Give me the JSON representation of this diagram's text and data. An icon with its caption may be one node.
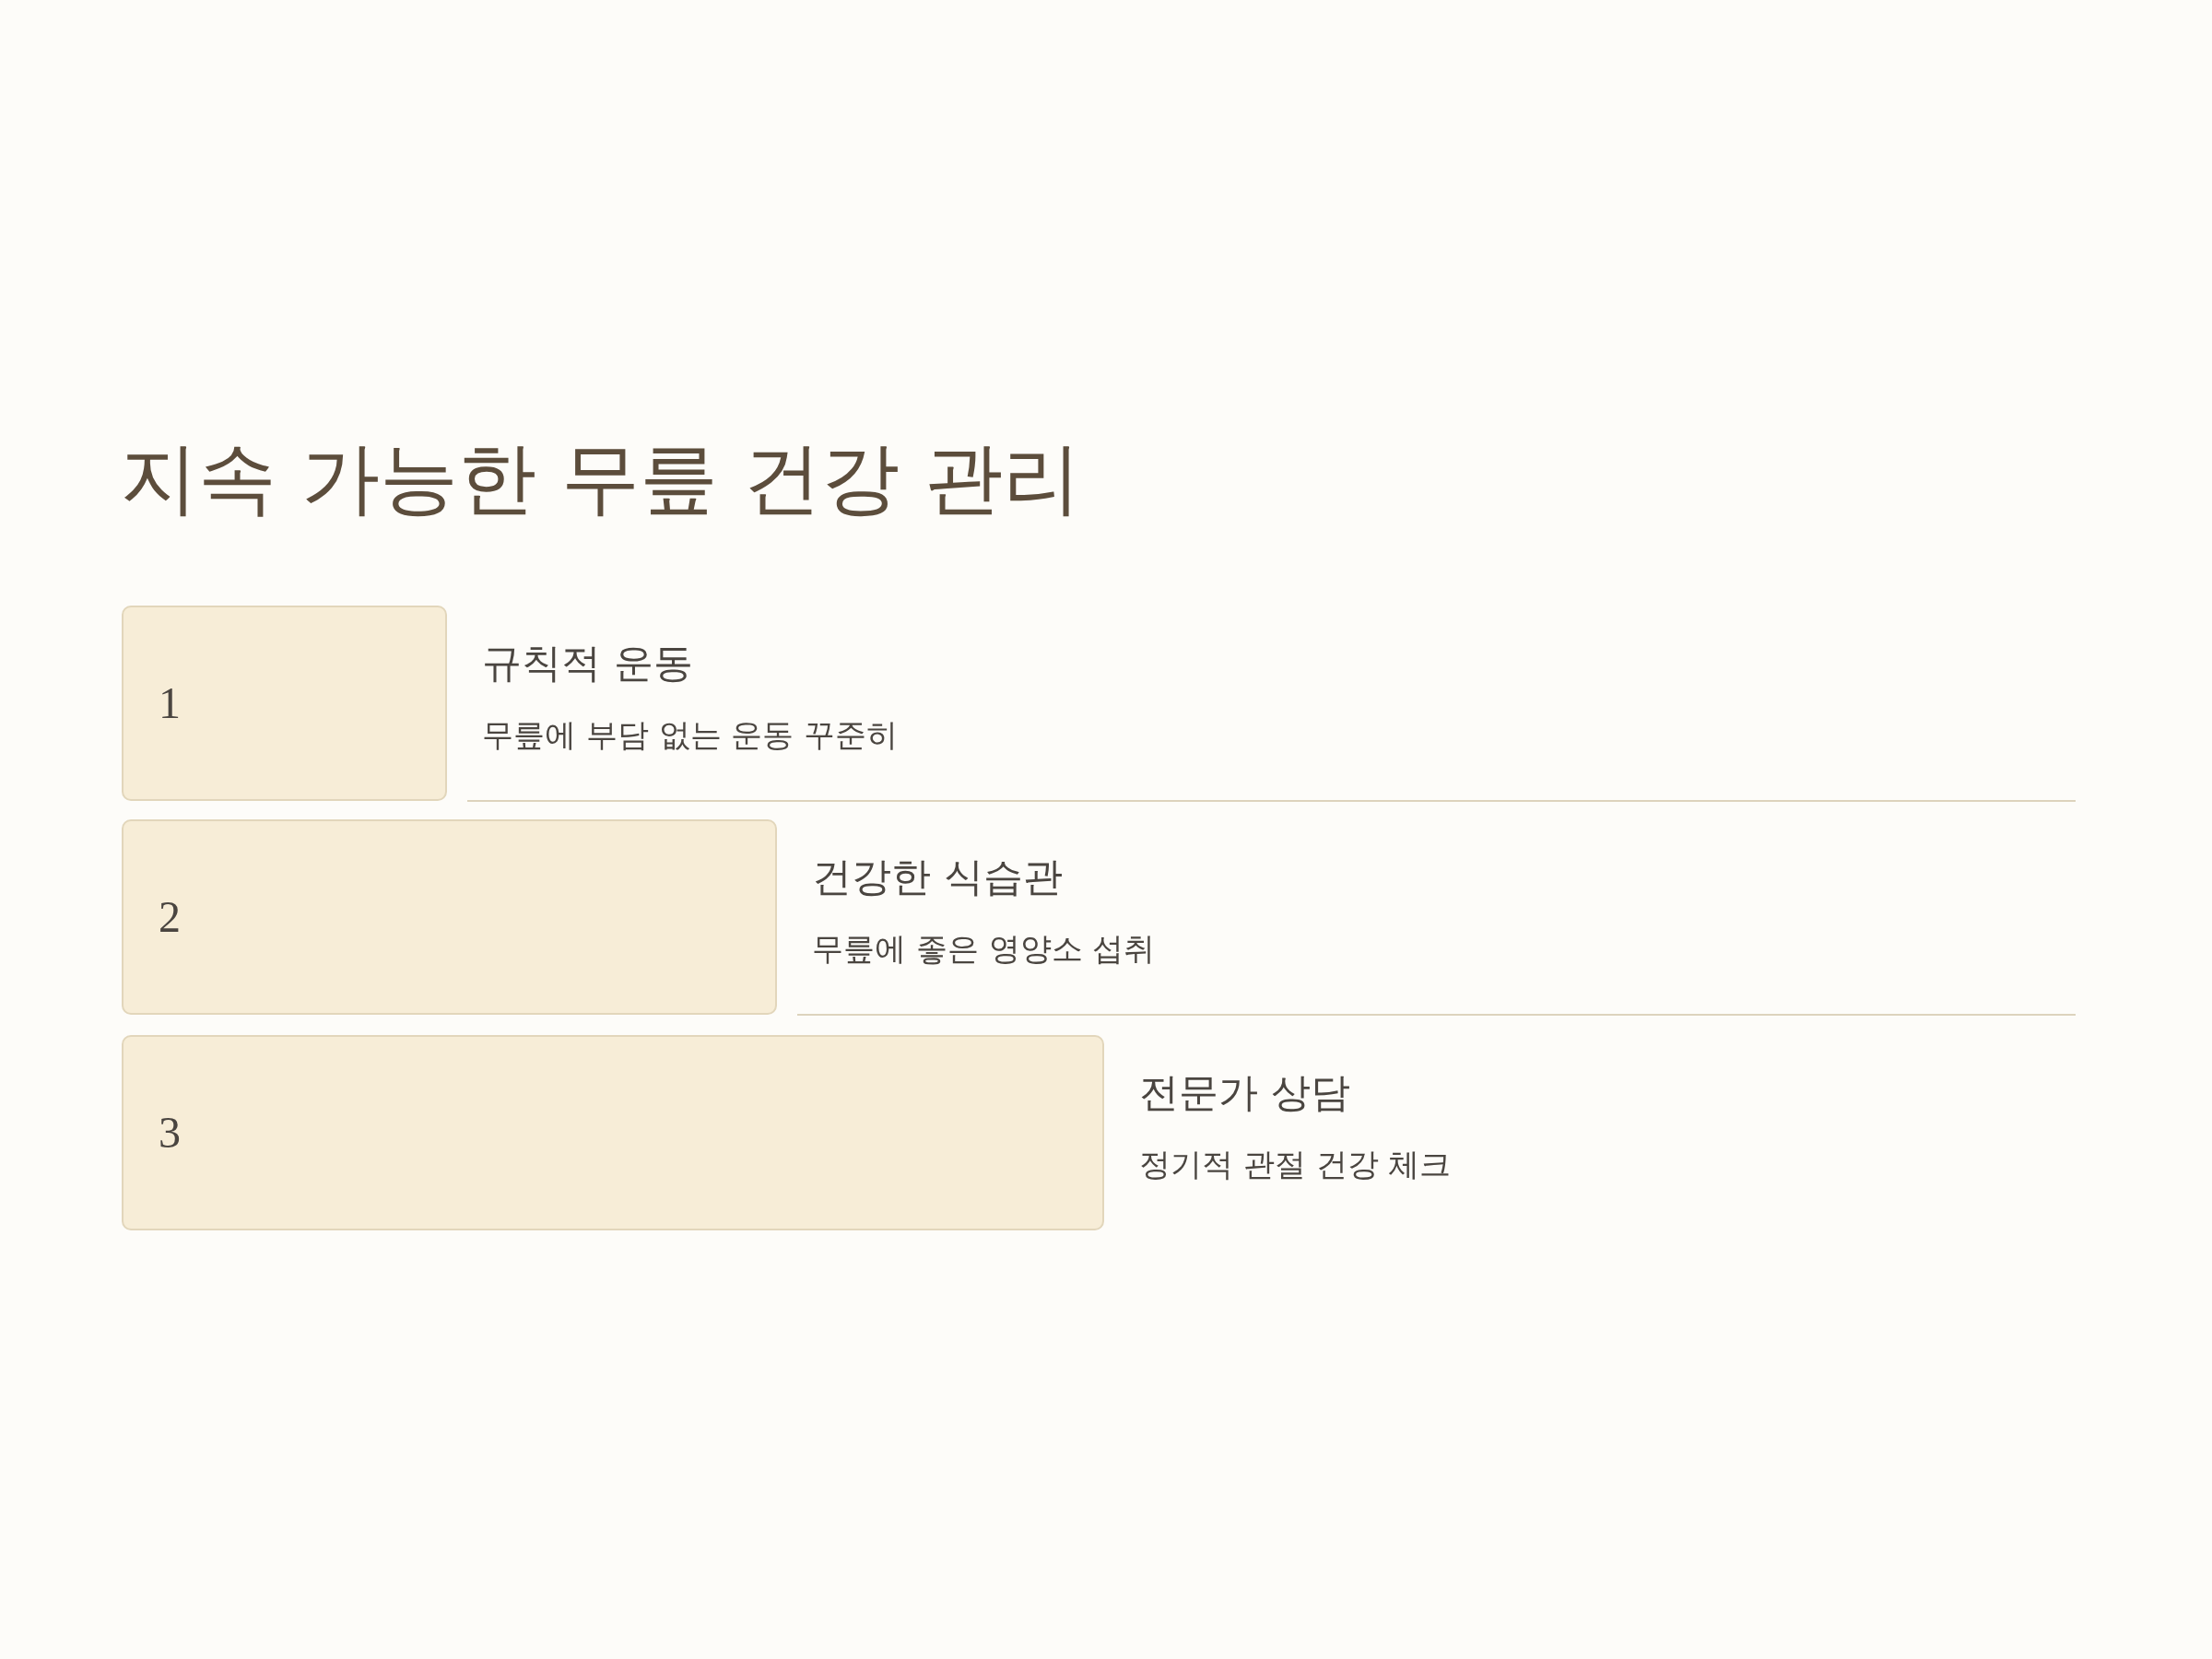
{
  "diagram": {
    "title": "지속 가능한 무릎 건강 관리",
    "nodes": [
      {
        "text": [
          "1"
        ],
        "beside": [
          "규칙적 운동",
          "무릎에 부담 없는 운동 꾸준히"
        ]
      },
      {
        "text": [
          "2"
        ],
        "beside": [
          "건강한 식습관",
          "무릎에 좋은 영양소 섭취"
        ]
      },
      {
        "text": [
          "3"
        ],
        "beside": [
          "전문가 상담",
          "정기적 관절 건강 체크"
        ]
      }
    ]
  }
}
